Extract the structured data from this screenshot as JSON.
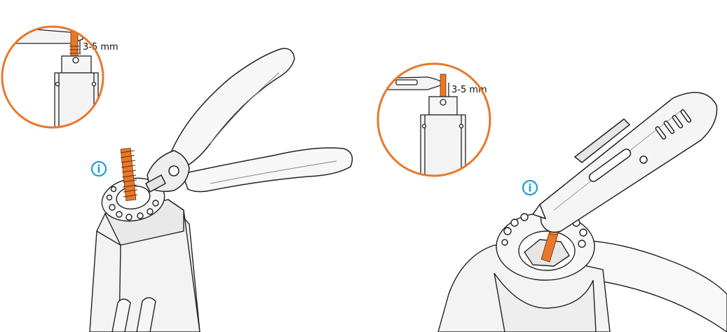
{
  "colors": {
    "accent_orange": "#e8782a",
    "info_blue": "#1ea0d6",
    "line": "#222222",
    "fill": "#f3f3f3",
    "shade": "#e4e4e4"
  },
  "left_panel": {
    "inset_label": "3-5 mm",
    "info_icon_glyph": "i",
    "icon": "info-icon"
  },
  "right_panel": {
    "inset_label": "3-5 mm",
    "info_icon_glyph": "i",
    "icon": "info-icon"
  }
}
